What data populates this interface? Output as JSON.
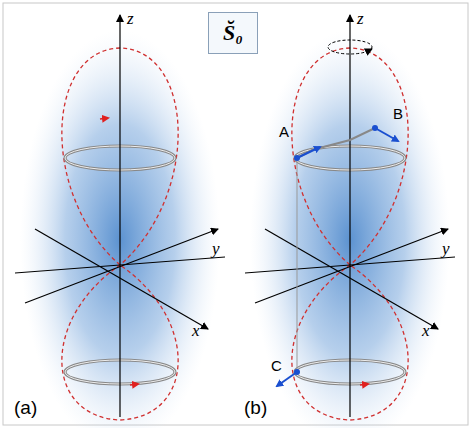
{
  "diagram": {
    "nodes": [
      {
        "text": [
          "S̆₀"
        ]
      }
    ],
    "labels": [
      "z",
      "y",
      "x",
      "(a)",
      "z",
      "y",
      "x",
      "A",
      "B",
      "C",
      "(b)"
    ]
  }
}
